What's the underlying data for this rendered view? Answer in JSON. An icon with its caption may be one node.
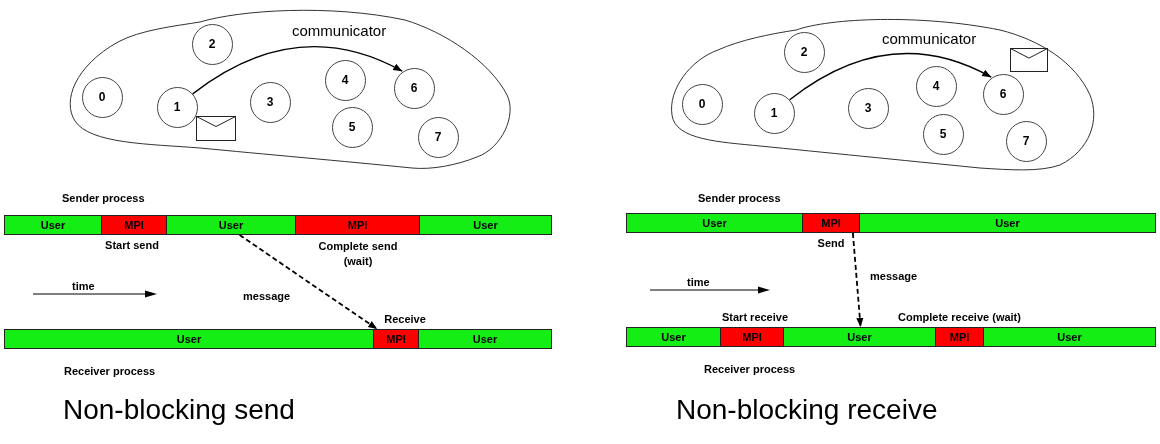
{
  "diagram": {
    "nodes": [
      {
        "text": [
          "communicator"
        ]
      },
      {
        "text": [
          "0"
        ],
        "in": 0
      },
      {
        "text": [
          "1"
        ],
        "in": 0
      },
      {
        "text": [
          "2"
        ],
        "in": 0
      },
      {
        "text": [
          "3"
        ],
        "in": 0
      },
      {
        "text": [
          "4"
        ],
        "in": 0
      },
      {
        "text": [
          "5"
        ],
        "in": 0
      },
      {
        "text": [
          "6"
        ],
        "in": 0
      },
      {
        "text": [
          "7"
        ],
        "in": 0
      },
      {
        "text": [
          "Sender process"
        ]
      },
      {
        "text": [
          "User"
        ],
        "in": 9
      },
      {
        "text": [
          "MPI"
        ],
        "in": 9,
        "beside": [
          "Start send"
        ]
      },
      {
        "text": [
          "User"
        ],
        "in": 9
      },
      {
        "text": [
          "MPI"
        ],
        "in": 9,
        "beside": [
          "Complete send (wait)"
        ]
      },
      {
        "text": [
          "User"
        ],
        "in": 9
      },
      {
        "text": [
          "Receiver process"
        ]
      },
      {
        "text": [
          "User"
        ],
        "in": 15
      },
      {
        "text": [
          "MPI"
        ],
        "in": 15,
        "beside": [
          "Receive"
        ]
      },
      {
        "text": [
          "User"
        ],
        "in": 15
      },
      {
        "text": [
          "communicator"
        ]
      },
      {
        "text": [
          "0"
        ],
        "in": 19
      },
      {
        "text": [
          "1"
        ],
        "in": 19
      },
      {
        "text": [
          "2"
        ],
        "in": 19
      },
      {
        "text": [
          "3"
        ],
        "in": 19
      },
      {
        "text": [
          "4"
        ],
        "in": 19
      },
      {
        "text": [
          "5"
        ],
        "in": 19
      },
      {
        "text": [
          "6"
        ],
        "in": 19
      },
      {
        "text": [
          "7"
        ],
        "in": 19
      },
      {
        "text": [
          "Sender process"
        ]
      },
      {
        "text": [
          "User"
        ],
        "in": 28
      },
      {
        "text": [
          "MPI"
        ],
        "in": 28,
        "beside": [
          "Send"
        ]
      },
      {
        "text": [
          "User"
        ],
        "in": 28
      },
      {
        "text": [
          "Receiver process"
        ]
      },
      {
        "text": [
          "User"
        ],
        "in": 32
      },
      {
        "text": [
          "MPI"
        ],
        "in": 32,
        "beside": [
          "Start receive"
        ]
      },
      {
        "text": [
          "User"
        ],
        "in": 32
      },
      {
        "text": [
          "MPI"
        ],
        "in": 32,
        "beside": [
          "Complete receive (wait)"
        ]
      },
      {
        "text": [
          "User"
        ],
        "in": 32
      }
    ],
    "edges": [
      {
        "from": 2,
        "to": 7,
        "arrow": "to"
      },
      {
        "from": 12,
        "to": 17,
        "arrow": "to",
        "style": "dashed",
        "label": "message"
      },
      {
        "from": 21,
        "to": 26,
        "arrow": "to"
      },
      {
        "from": 30,
        "to": 35,
        "arrow": "to",
        "style": "dashed",
        "label": "message"
      }
    ],
    "labels": [
      "time",
      "time",
      "Non-blocking send",
      "Non-blocking receive"
    ]
  }
}
